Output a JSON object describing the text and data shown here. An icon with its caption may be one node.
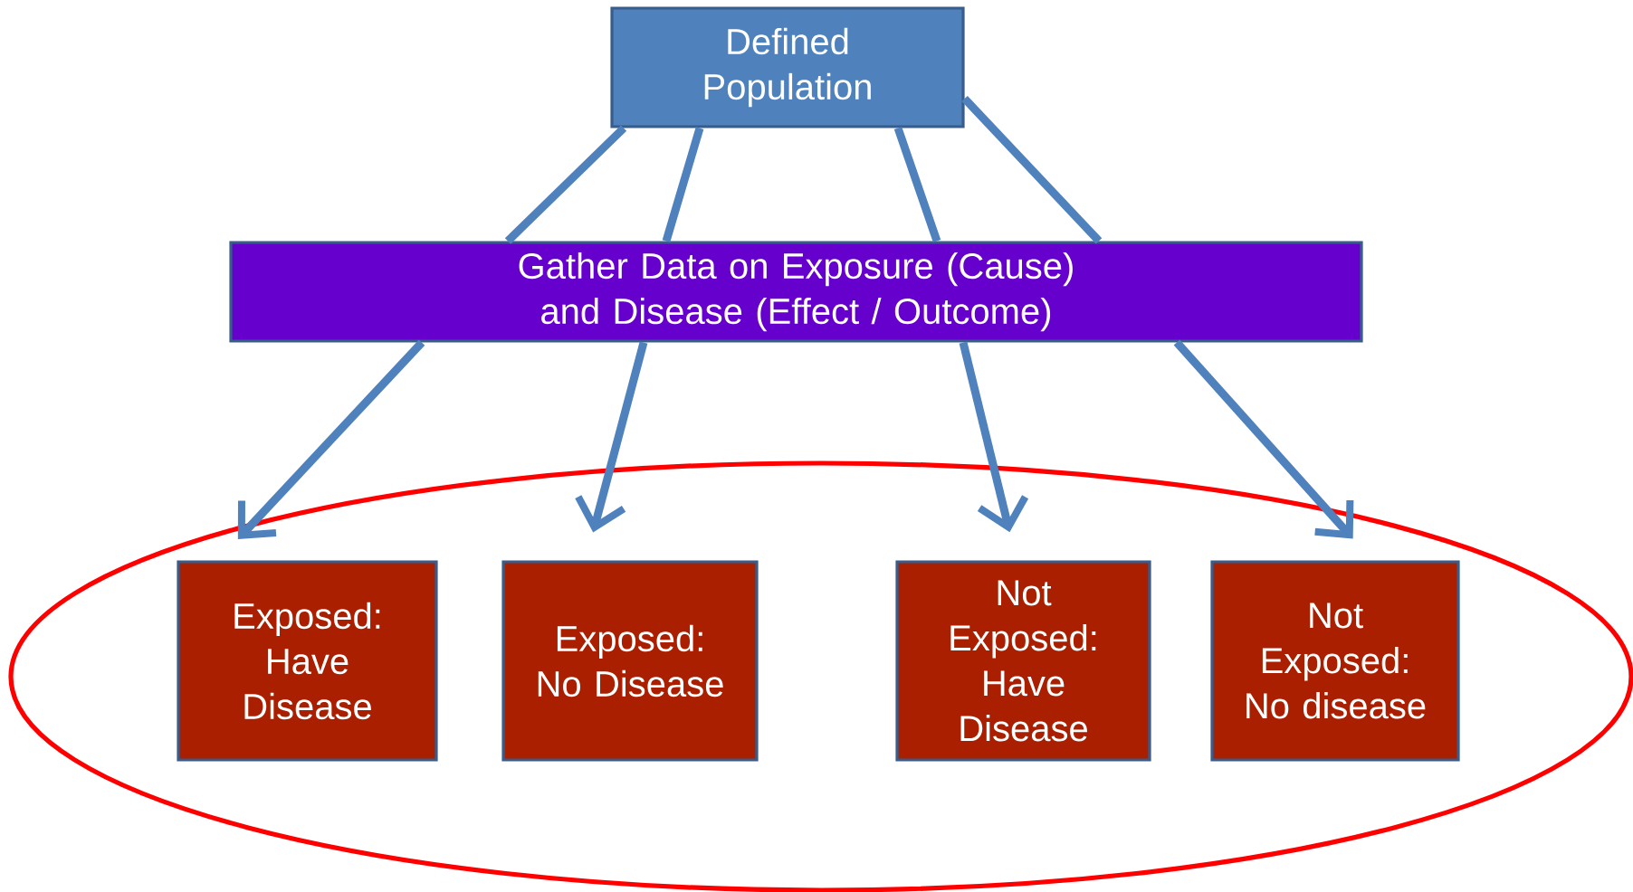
{
  "diagram": {
    "nodes": [
      {
        "text": [
          "Defined Population"
        ]
      },
      {
        "text": [
          "Gather Data on Exposure (Cause) and Disease (Effect / Outcome)"
        ]
      },
      {
        "text": [
          "Exposed: Have Disease"
        ]
      },
      {
        "text": [
          "Exposed: No Disease"
        ]
      },
      {
        "text": [
          "Not Exposed: Have Disease"
        ]
      },
      {
        "text": [
          "Not Exposed: No disease"
        ]
      }
    ],
    "edges": [
      {
        "from": 0,
        "to": 1,
        "arrow": "none"
      },
      {
        "from": 0,
        "to": 1,
        "arrow": "none"
      },
      {
        "from": 0,
        "to": 1,
        "arrow": "none"
      },
      {
        "from": 0,
        "to": 1,
        "arrow": "none"
      },
      {
        "from": 1,
        "to": 2,
        "arrow": "to"
      },
      {
        "from": 1,
        "to": 3,
        "arrow": "to"
      },
      {
        "from": 1,
        "to": 4,
        "arrow": "to"
      },
      {
        "from": 1,
        "to": 5,
        "arrow": "to"
      }
    ]
  }
}
